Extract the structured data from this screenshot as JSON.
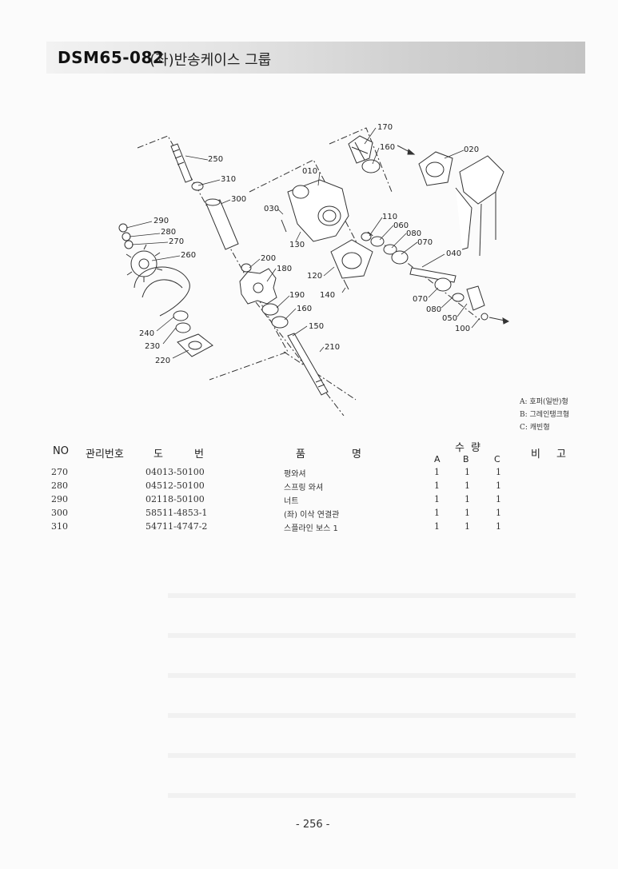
{
  "header": {
    "code": "DSM65-082",
    "title": "(좌)반송케이스 그룹"
  },
  "diagram": {
    "callouts": [
      "170",
      "160",
      "020",
      "250",
      "010",
      "310",
      "300",
      "030",
      "290",
      "280",
      "270",
      "260",
      "110",
      "060",
      "080",
      "070",
      "130",
      "040",
      "200",
      "180",
      "120",
      "140",
      "190",
      "160",
      "150",
      "210",
      "240",
      "230",
      "220",
      "070",
      "080",
      "050",
      "100"
    ]
  },
  "legend": {
    "a": "A: 호퍼(일반)형",
    "b": "B: 그레인탱크형",
    "c": "C: 캐빈형"
  },
  "table": {
    "headers": {
      "no": "NO",
      "mgmt": "관리번호",
      "dwg_1": "도",
      "dwg_2": "번",
      "name_1": "품",
      "name_2": "명",
      "qty_1": "수",
      "qty_2": "량",
      "a": "A",
      "b": "B",
      "c": "C",
      "remarks_1": "비",
      "remarks_2": "고"
    },
    "rows": [
      {
        "no": "270",
        "drawing": "04013-50100",
        "name": "평와셔",
        "a": "1",
        "b": "1",
        "c": "1"
      },
      {
        "no": "280",
        "drawing": "04512-50100",
        "name": "스프링 와셔",
        "a": "1",
        "b": "1",
        "c": "1"
      },
      {
        "no": "290",
        "drawing": "02118-50100",
        "name": "너트",
        "a": "1",
        "b": "1",
        "c": "1"
      },
      {
        "no": "300",
        "drawing": "58511-4853-1",
        "name": "(좌) 이삭 연결관",
        "a": "1",
        "b": "1",
        "c": "1"
      },
      {
        "no": "310",
        "drawing": "54711-4747-2",
        "name": "스플라인 보스 1",
        "a": "1",
        "b": "1",
        "c": "1"
      }
    ]
  },
  "footer": {
    "page": "- 256 -"
  }
}
